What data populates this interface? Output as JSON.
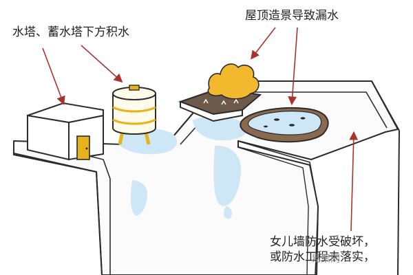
{
  "labels": {
    "water_tower": "水塔、蓄水塔下方积水",
    "roof_garden": "屋顶造景导致漏水",
    "parapet_line1": "女儿墙防水受破坏，",
    "parapet_line2": "或防水工程未落实，"
  },
  "watermark": "易聚网",
  "colors": {
    "outline": "#2b2b2b",
    "arrow": "#a8322e",
    "water": "#cde7f6",
    "shrub": "#f2b92e",
    "door": "#e8b21a",
    "planter_soil": "#6e5a4a",
    "pond_rim": "#8a6a4f"
  },
  "icons": [
    "arrow-icon",
    "water-tower-icon",
    "shrub-icon",
    "pond-icon",
    "door-icon"
  ]
}
